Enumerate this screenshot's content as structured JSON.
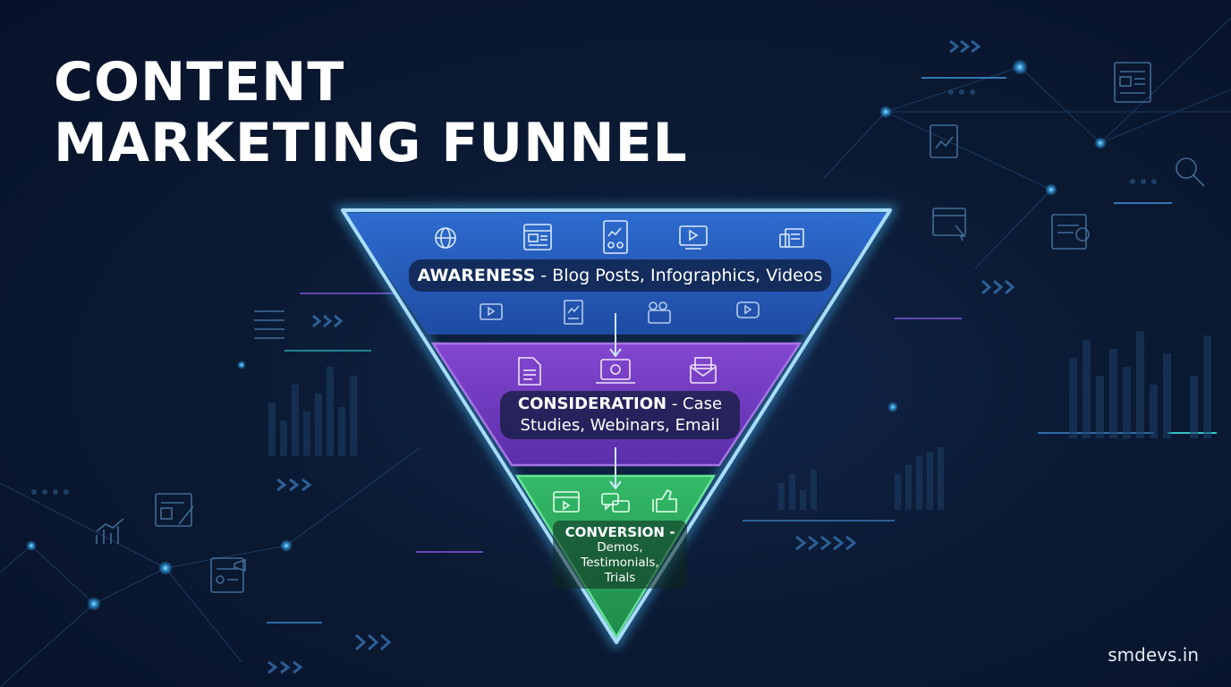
{
  "title": {
    "line1": "CONTENT",
    "line2": "MARKETING FUNNEL"
  },
  "stages": [
    {
      "name": "AWARENESS",
      "separator": " - ",
      "detail": "Blog Posts, Infographics, Videos",
      "color": "#2f6fd6",
      "icons": [
        "globe-icon",
        "webpage-icon",
        "infographic-icon",
        "video-icon",
        "news-icon",
        "video-icon",
        "article-chart-icon",
        "video-camera-icon",
        "youtube-play-icon"
      ]
    },
    {
      "name": "CONSIDERATION",
      "separator": " - ",
      "detail_line1": "Case",
      "detail_line2": "Studies, Webinars, Email",
      "color": "#7a3fc8",
      "icons": [
        "document-icon",
        "webinar-laptop-icon",
        "email-envelope-icon"
      ]
    },
    {
      "name": "CONVERSION",
      "separator": " -",
      "detail_line1": "Demos,",
      "detail_line2": "Testimonials,",
      "detail_line3": "Trials",
      "color": "#2fb860",
      "icons": [
        "demo-browser-icon",
        "chat-bubbles-icon",
        "thumbs-up-icon"
      ]
    }
  ],
  "brand": "smdevs.in",
  "colors": {
    "background": "#0b1a33",
    "accent_glow": "#4cc3ff",
    "outline": "#a8dcff"
  }
}
